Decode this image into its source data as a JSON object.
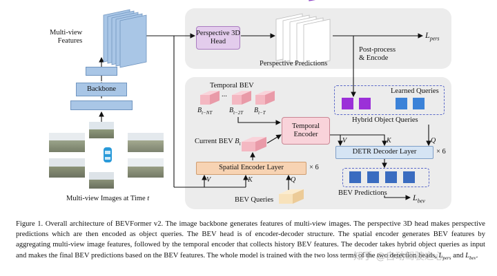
{
  "figure": {
    "labels": {
      "multi_view_features": "Multi-view\nFeatures",
      "backbone": "Backbone",
      "multi_view_images": "Multi-view Images at Time",
      "time_var": "t",
      "perspective_head": "Perspective 3D\nHead",
      "perspective_predictions": "Perspective Predictions",
      "l_pers": "L",
      "l_pers_sub": "pers",
      "post_process": "Post-process\n& Encode",
      "temporal_bev": "Temporal BEV",
      "ellipsis": "...",
      "b_nt": "B",
      "b_nt_sub": "t−NT",
      "b_2t": "B",
      "b_2t_sub": "t−2T",
      "b_t": "B",
      "b_t_sub": "t−T",
      "current_bev": "Current BEV",
      "current_bev_var": "B",
      "current_bev_sub": "t",
      "temporal_encoder": "Temporal\nEncoder",
      "spatial_encoder": "Spatial Encoder Layer",
      "times6_a": "× 6",
      "times6_b": "× 6",
      "v1": "V",
      "k1": "K",
      "q1": "Q",
      "v2": "V",
      "k2": "K",
      "q2": "Q",
      "bev_queries": "BEV Queries",
      "learned_queries": "Learned Queries",
      "hybrid_object_queries": "Hybrid Object Queries",
      "detr_decoder": "DETR Decoder Layer",
      "bev_predictions": "BEV Predictions",
      "l_bev": "L",
      "l_bev_sub": "bev"
    },
    "colors": {
      "panel": "#ececec",
      "backbone_blue": "#a9c6e6",
      "perspective_head": "#e3ccec",
      "pink_bev": "#f4b8c2",
      "spatial_encoder": "#f7d3b3",
      "bev_queries": "#f8e2bb",
      "purple_query": "#9b30d8",
      "blue_query": "#3b82d8",
      "bev_pred_blue": "#3a6cc0",
      "dashed_border": "#5a68c8"
    }
  },
  "caption": {
    "fig_label": "Figure 1.",
    "text": "Overall architecture of BEVFormer v2. The image backbone generates features of multi-view images. The perspective 3D head makes perspective predictions which are then encoded as object queries. The BEV head is of encoder-decoder structure. The spatial encoder generates BEV features by aggregating multi-view image features, followed by the temporal encoder that collects history BEV features. The decoder takes hybrid object queries as input and makes the final BEV predictions based on the BEV features. The whole model is trained with the two loss terms of the two detection heads,",
    "l_pers": "L",
    "l_pers_sub": "pers",
    "and": "and",
    "l_bev": "L",
    "l_bev_sub": "bev",
    "end": "."
  },
  "watermark": "知乎 @自动驾驶之心"
}
